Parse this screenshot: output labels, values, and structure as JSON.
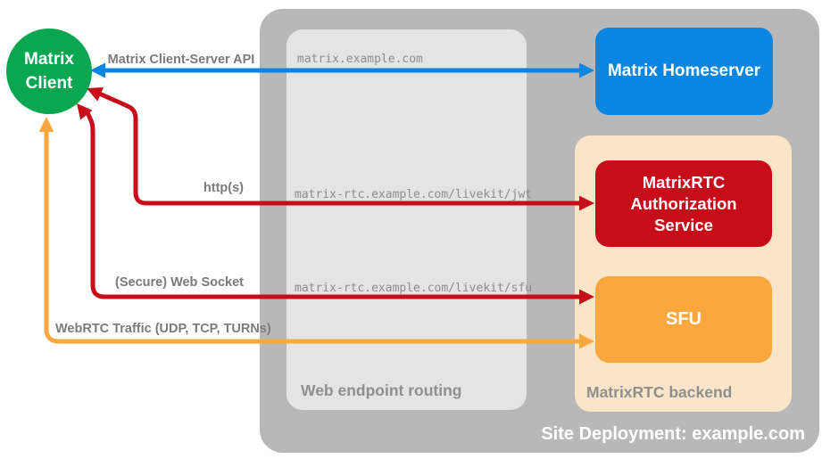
{
  "colors": {
    "green": "#0AA652",
    "blue": "#0986E2",
    "red": "#C80D1A",
    "orange": "#FAA73E",
    "peach": "#FBE5C8",
    "gray_container": "#B8B8B8",
    "gray_panel": "#E4E4E4",
    "gray_text": "#7B7B7B",
    "gray_mono": "#8C8C8C",
    "gray_section": "#8F8F8F"
  },
  "nodes": {
    "client": {
      "label": "Matrix Client"
    },
    "homeserver": {
      "label": "Matrix Homeserver"
    },
    "auth": {
      "label": "MatrixRTC Authorization Service"
    },
    "sfu": {
      "label": "SFU"
    }
  },
  "panels": {
    "routing": {
      "label": "Web endpoint routing"
    },
    "backend": {
      "label": "MatrixRTC backend"
    },
    "site": {
      "label": "Site Deployment: example.com"
    }
  },
  "connections": {
    "csapi": {
      "label": "Matrix Client-Server API",
      "endpoint": "matrix.example.com"
    },
    "https": {
      "label": "http(s)",
      "endpoint": "matrix-rtc.example.com/livekit/jwt"
    },
    "websocket": {
      "label": "(Secure) Web Socket",
      "endpoint": "matrix-rtc.example.com/livekit/sfu"
    },
    "webrtc": {
      "label": "WebRTC Traffic (UDP, TCP, TURNs)"
    }
  }
}
